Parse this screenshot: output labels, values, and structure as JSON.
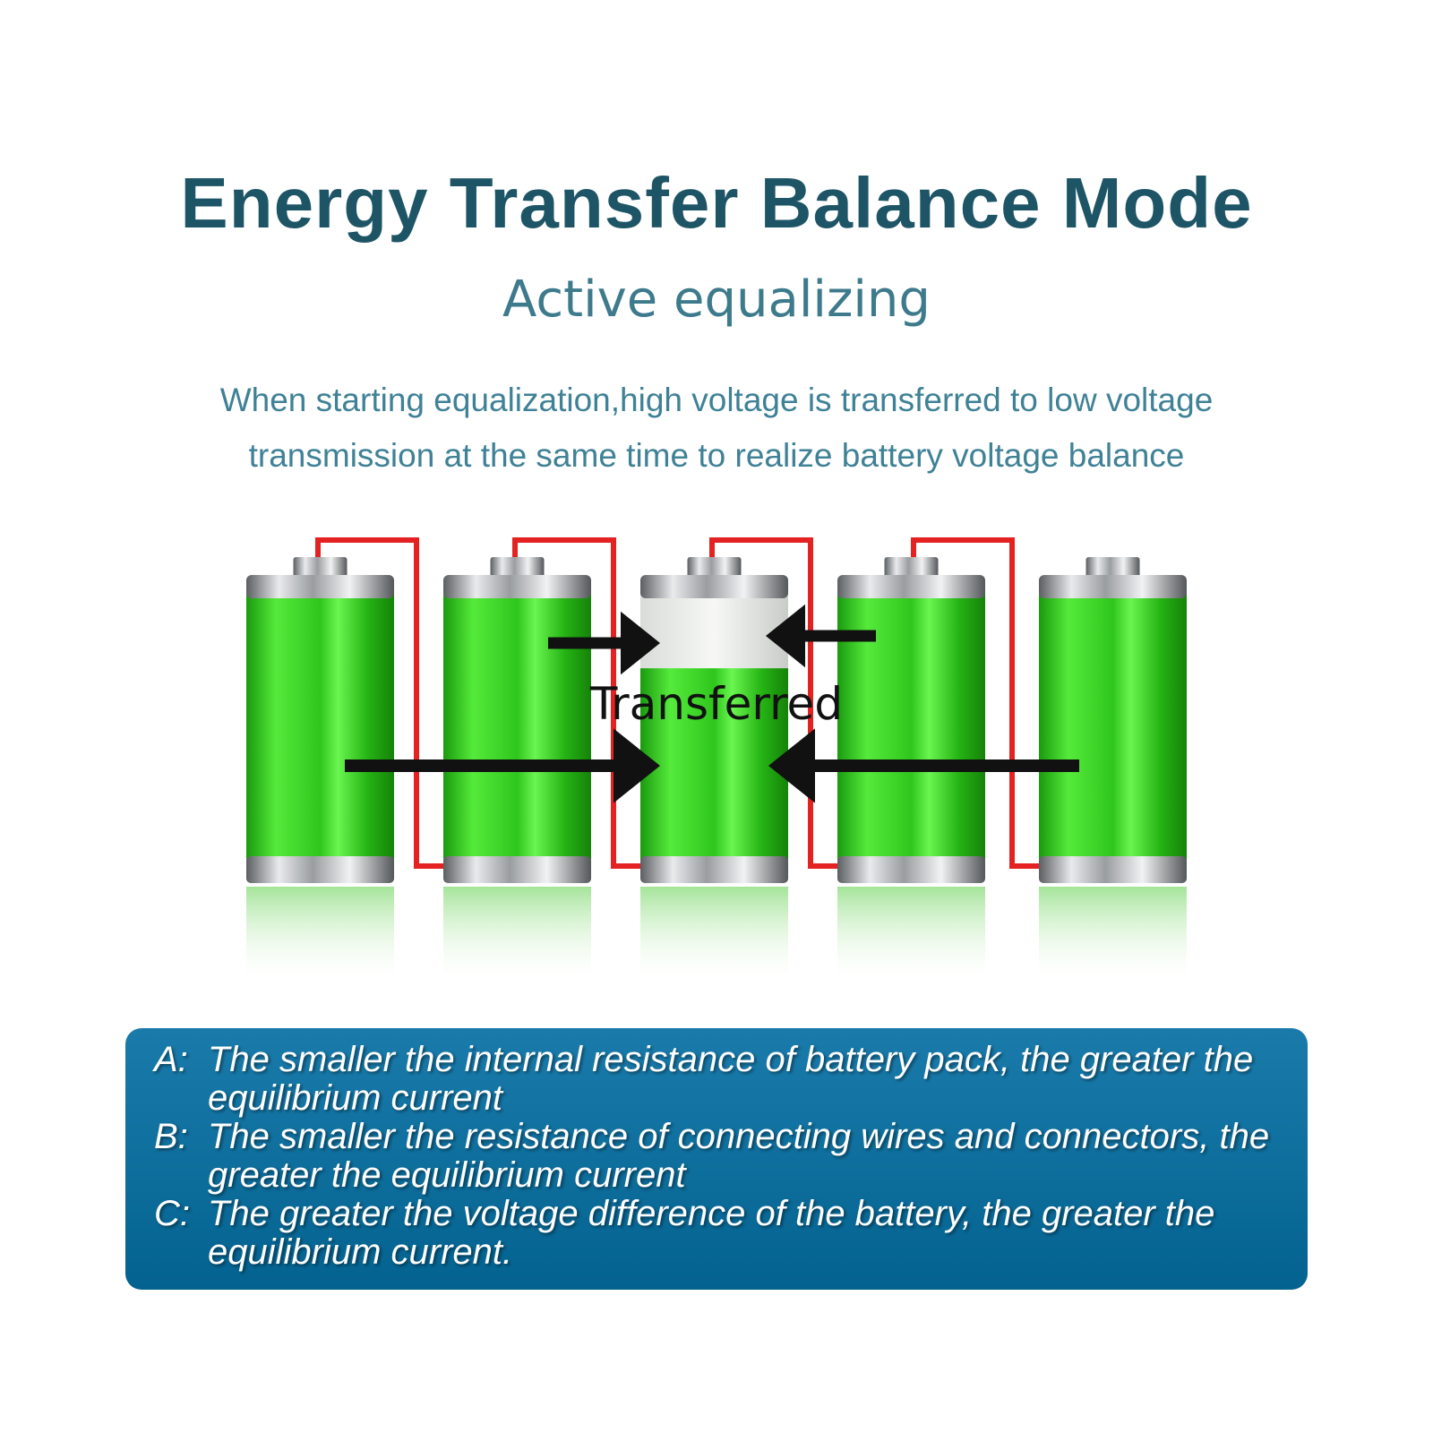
{
  "title": "Energy Transfer Balance Mode",
  "subtitle": "Active equalizing",
  "description_lines": [
    "When starting equalization,high voltage is transferred to low voltage",
    "transmission at the same time to realize battery voltage balance"
  ],
  "diagram": {
    "center_label": "Transferred",
    "battery_count": 5,
    "battery_fill_levels": [
      1.0,
      1.0,
      0.72,
      1.0,
      1.0
    ],
    "arrow_flows": [
      {
        "from_battery": 1,
        "to_battery": 3
      },
      {
        "from_battery": 2,
        "to_battery": 3
      },
      {
        "from_battery": 4,
        "to_battery": 3
      },
      {
        "from_battery": 5,
        "to_battery": 3
      }
    ]
  },
  "notes": [
    {
      "letter": "A:",
      "text": "The smaller the internal resistance of battery pack, the greater the equilibrium current"
    },
    {
      "letter": "B:",
      "text": "The smaller the resistance of connecting wires and connectors, the greater the equilibrium current"
    },
    {
      "letter": "C:",
      "text": "The greater the voltage difference of the battery, the greater the equilibrium current."
    }
  ],
  "colors": {
    "title": "#1e5566",
    "subtitle": "#3d7a8c",
    "description": "#3f8196",
    "battery_green": "#3ddc2a",
    "wire_red": "#e42222",
    "arrow_black": "#111111",
    "info_box_top": "#1a7bab",
    "info_box_bottom": "#03628f",
    "info_text": "#ffffff"
  }
}
